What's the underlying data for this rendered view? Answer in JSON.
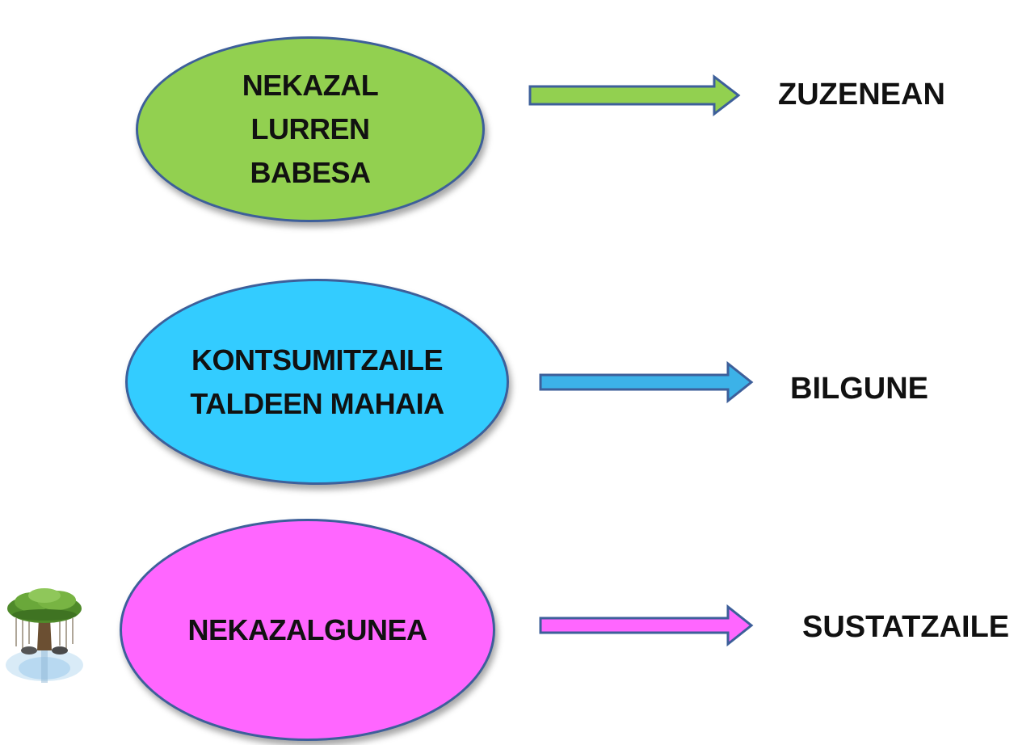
{
  "rows": [
    {
      "entity": "NEKAZAL\nLURREN\nBABESA",
      "result": "ZUZENEAN",
      "color": "#92d050",
      "arrow_color": "#92d050"
    },
    {
      "entity": "KONTSUMITZAILE\nTALDEEN MAHAIA",
      "result": "BILGUNE",
      "color": "#33ccff",
      "arrow_color": "#3cb2e8"
    },
    {
      "entity": "NEKAZALGUNEA",
      "result": "SUSTATZAILE",
      "color": "#ff66ff",
      "arrow_color": "#ff66ff"
    }
  ],
  "outline_color": "#3d5f9a",
  "decoration": "tree-icon"
}
